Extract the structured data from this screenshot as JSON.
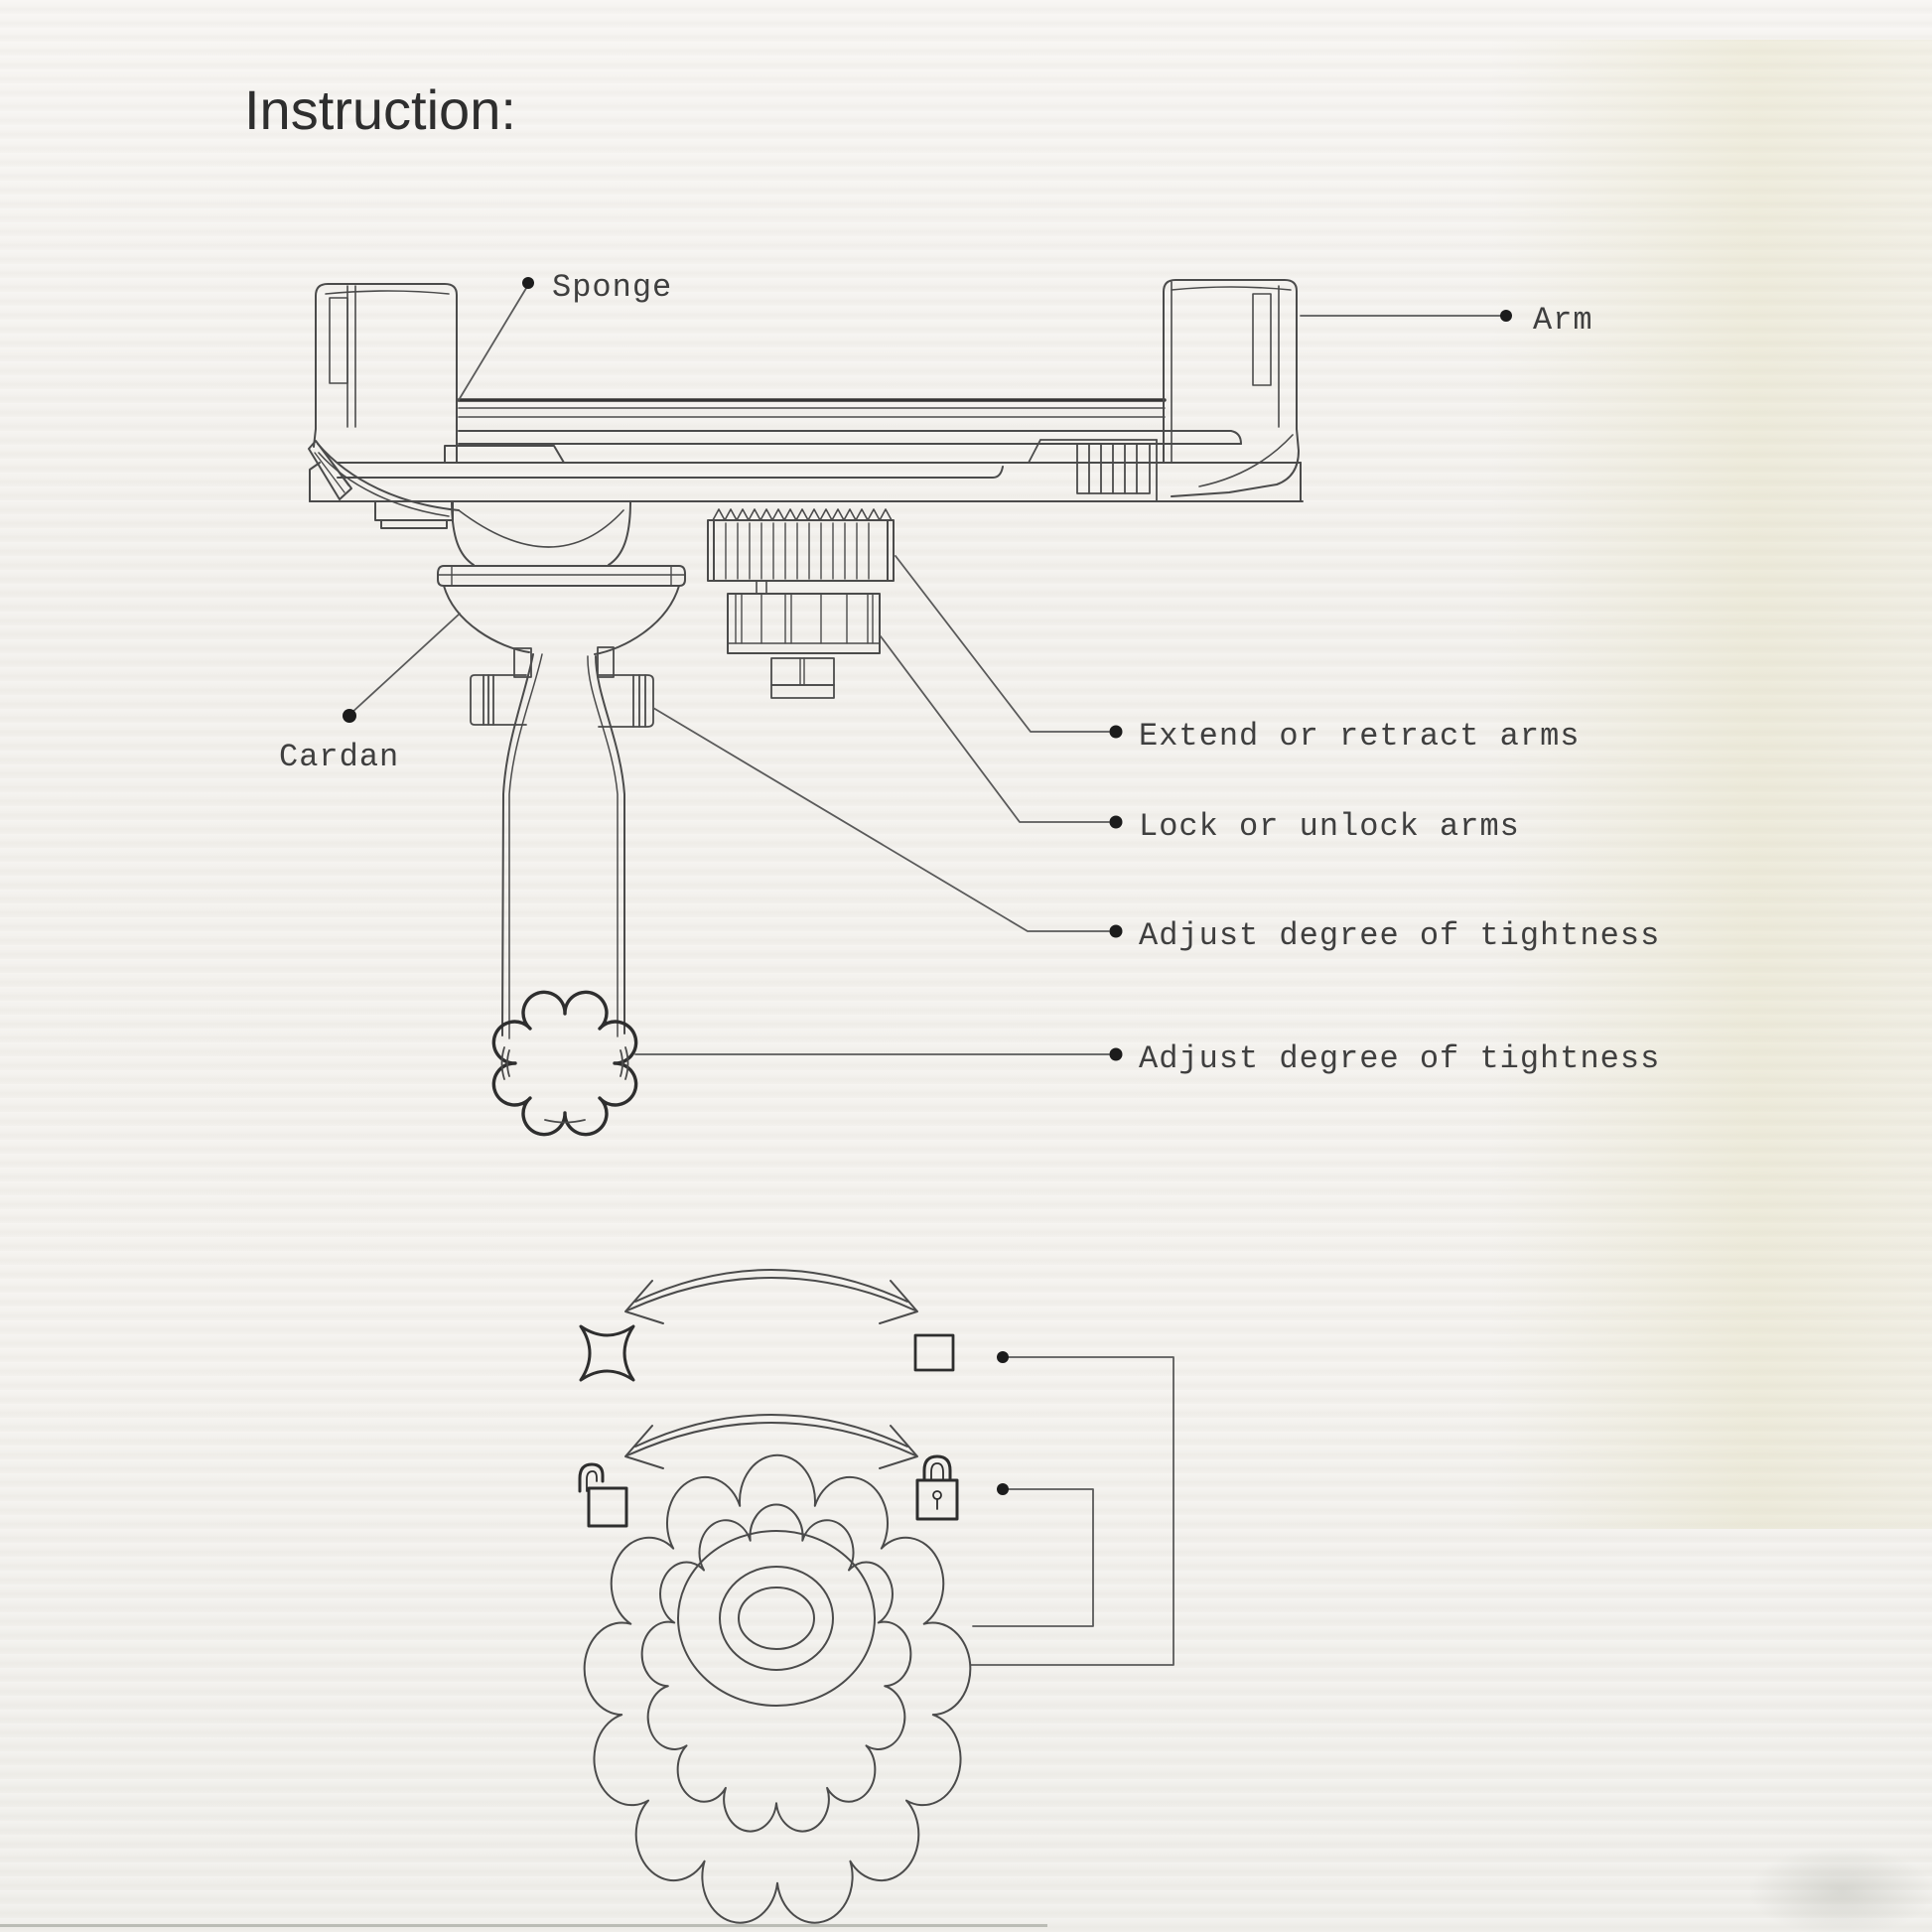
{
  "page": {
    "title": "Instruction:"
  },
  "device_labels": {
    "sponge": "Sponge",
    "arm": "Arm",
    "cardan": "Cardan",
    "extend": "Extend or retract arms",
    "lock": "Lock or unlock arms",
    "adjust_ball": "Adjust degree of tightness",
    "adjust_clamp": "Adjust degree of tightness"
  },
  "icons": {
    "rotation_arrow": "curved-double-arrow",
    "cam_square": "four-point-cam",
    "square": "square-stop",
    "unlocked": "open-padlock",
    "locked": "closed-padlock",
    "gear": "gear-wheel"
  },
  "colors": {
    "paper": "#f3f1ed",
    "line": "#4b4b4b",
    "dark_line": "#2e2e2e",
    "leader": "#5a5a5a",
    "dot": "#1c1c1c",
    "text": "#3f3f3f",
    "title_text": "#2e2e2e"
  }
}
